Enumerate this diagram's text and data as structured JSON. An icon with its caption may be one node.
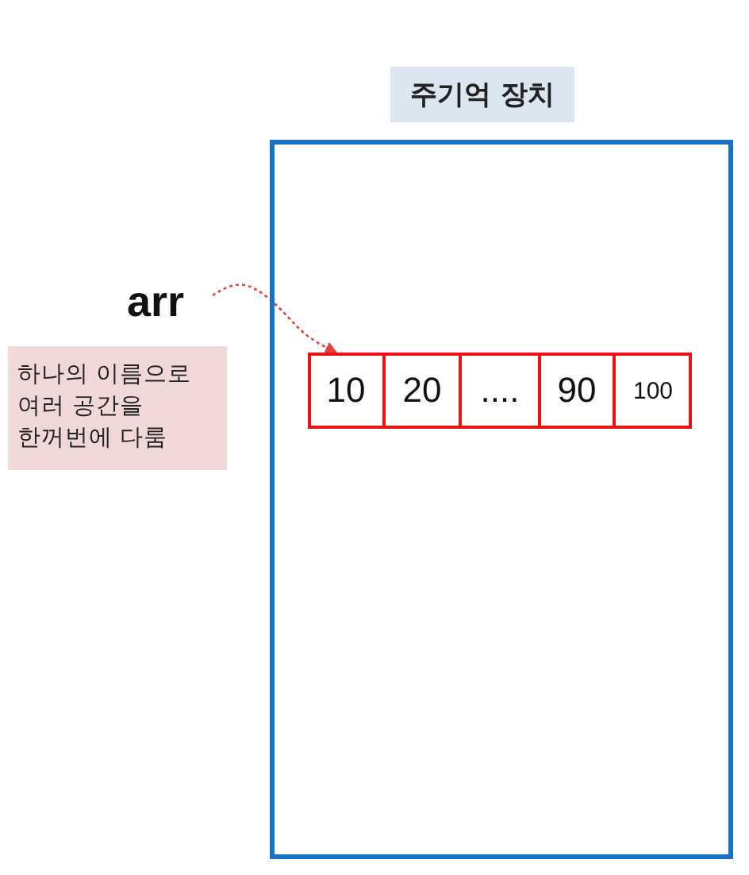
{
  "diagram": {
    "nodes": [
      {
        "text": [
          "주기억 장치"
        ]
      },
      {
        "text": [],
        "shape": "box",
        "in": 0
      },
      {
        "text": [
          "10"
        ],
        "in": 1
      },
      {
        "text": [
          "20"
        ],
        "in": 1
      },
      {
        "text": [
          "...."
        ],
        "in": 1
      },
      {
        "text": [
          "90"
        ],
        "in": 1
      },
      {
        "text": [
          "100"
        ],
        "in": 1
      },
      {
        "text": [
          "arr"
        ]
      },
      {
        "text": [
          "하나의 이름으로 여러 공간을 한꺼번에 다룸"
        ]
      }
    ],
    "edges": [
      {
        "from": 7,
        "to": 1,
        "arrow": "to",
        "style": "dashed",
        "color": "#e84040"
      }
    ]
  }
}
